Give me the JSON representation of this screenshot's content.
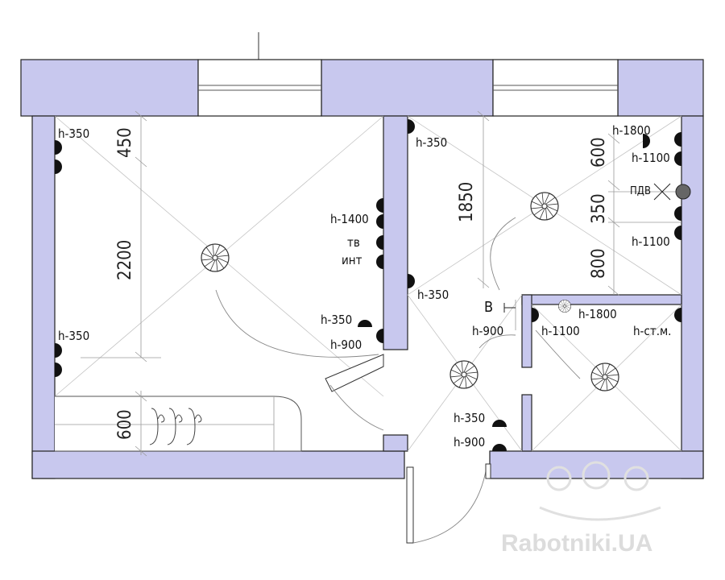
{
  "dimensions": {
    "d450": "450",
    "d2200": "2200",
    "d600_wardrobe": "600",
    "d1850": "1850",
    "d600_right": "600",
    "d350_right": "350",
    "d800_right": "800"
  },
  "labels": {
    "room1_h350_top": "h-350",
    "room1_h350_bottom": "h-350",
    "room1_h1400": "h-1400",
    "room1_tv": "тв",
    "room1_int": "инт",
    "room1_h350_door": "h-350",
    "room1_h900_door": "h-900",
    "room2_h350_top": "h-350",
    "room2_h1800": "h-1800",
    "room2_h1100_top": "h-1100",
    "room2_pdv": "ПДВ",
    "room2_h1100_mid": "h-1100",
    "hall_h350": "h-350",
    "hall_switch_v": "В",
    "hall_h900": "h-900",
    "bath_h1100": "h-1100",
    "bath_h1800": "h-1800",
    "bath_h_stm": "h-ст.м.",
    "entry_h350": "h-350",
    "entry_h900": "h-900"
  },
  "watermark": "Rabotniki.UA",
  "colors": {
    "wall_fill": "#c8c8ee",
    "socket": "#111111"
  }
}
